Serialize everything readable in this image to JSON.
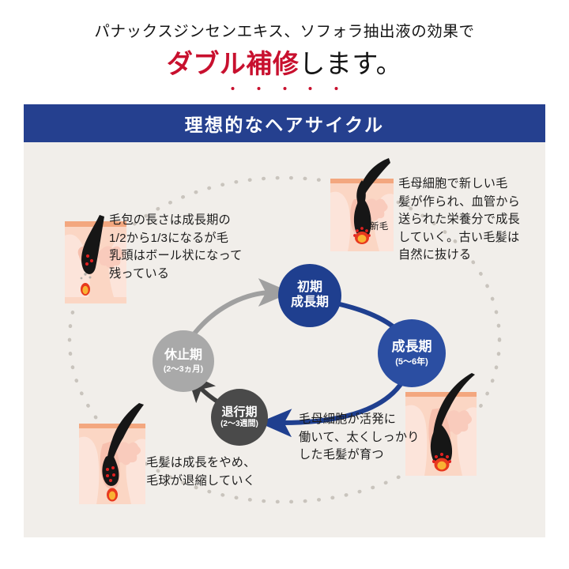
{
  "headline": {
    "line1": "パナックスジンセンエキス、ソフォラ抽出液の効果で",
    "accent": "ダブル補修",
    "line2_tail": "します。",
    "accent_color": "#c8102e"
  },
  "banner": {
    "title": "理想的なヘアサイクル",
    "background": "#25408f",
    "text_color": "#ffffff"
  },
  "panel": {
    "background": "#f1eeea"
  },
  "cycle": {
    "nodes": [
      {
        "id": "anagen-early",
        "main": "初期\n成長期",
        "sub": "",
        "color": "#1f3f8f"
      },
      {
        "id": "anagen",
        "main": "成長期",
        "sub": "(5〜6年)",
        "color": "#2b4ea2"
      },
      {
        "id": "catagen",
        "main": "退行期",
        "sub": "(2〜3週間)",
        "color": "#4a4a4a"
      },
      {
        "id": "telogen",
        "main": "休止期",
        "sub": "(2〜3ヵ月)",
        "color": "#a9a9a9"
      }
    ]
  },
  "callouts": {
    "topleft": "毛包の長さは成長期の\n1/2から1/3になるが毛\n乳頭はボール状になって\n残っている",
    "topright": "毛母細胞で新しい毛\n髪が作られ、血管から\n送られた栄養分で成長\nしていく。古い毛髪は\n自然に抜ける",
    "bottomright": "毛母細胞が活発に\n働いて、太くしっかり\nした毛髪が育つ",
    "bottomleft": "毛髪は成長をやめ、\n毛球が退縮していく"
  },
  "labels": {
    "new_hair": "新毛"
  },
  "illustration_colors": {
    "skin_top": "#f3a77f",
    "skin_body": "#fbd6c4",
    "skin_light": "#fce4da",
    "follicle_pink": "#f4a79a",
    "hair": "#161616",
    "papilla_outer": "#e8391e",
    "papilla_inner": "#f9b233",
    "cell_dot": "#e02020"
  }
}
